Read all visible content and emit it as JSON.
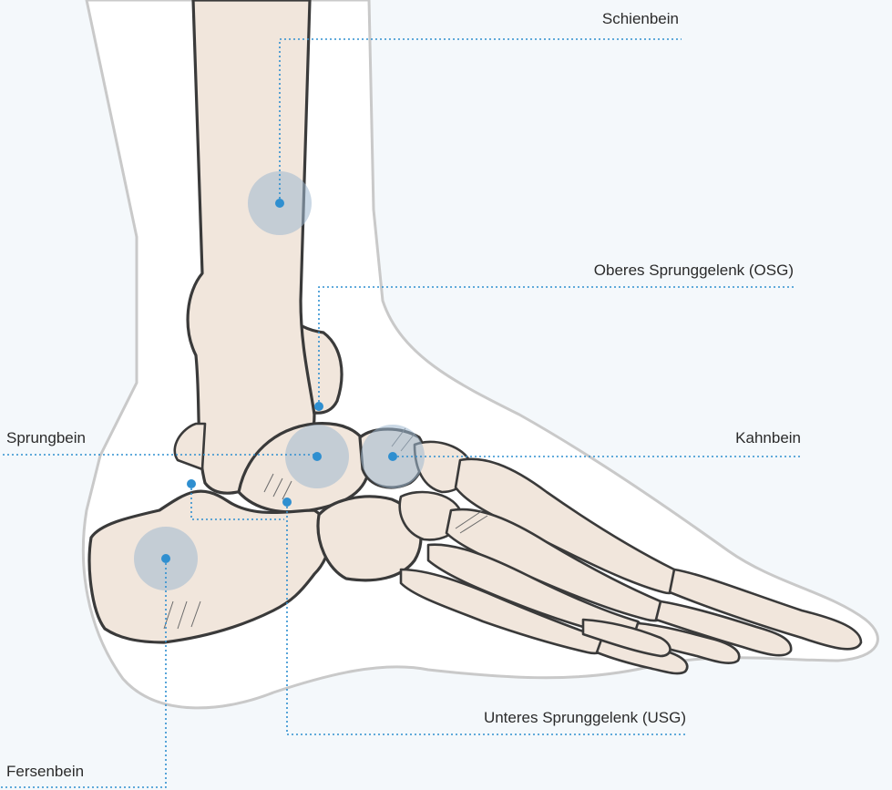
{
  "labels": {
    "tibia": "Schienbein",
    "osg": "Oberes Sprunggelenk (OSG)",
    "talus": "Sprungbein",
    "navicular": "Kahnbein",
    "usg": "Unteres Sprunggelenk (USG)",
    "calcaneus": "Fersenbein"
  },
  "colors": {
    "background": "#f4f8fb",
    "skin_outline": "#c9c9c9",
    "bone_fill": "#f1e6dc",
    "bone_outline": "#3a3a3a",
    "leader_line": "#2f8fd0",
    "highlight": "#9fb8cf"
  }
}
